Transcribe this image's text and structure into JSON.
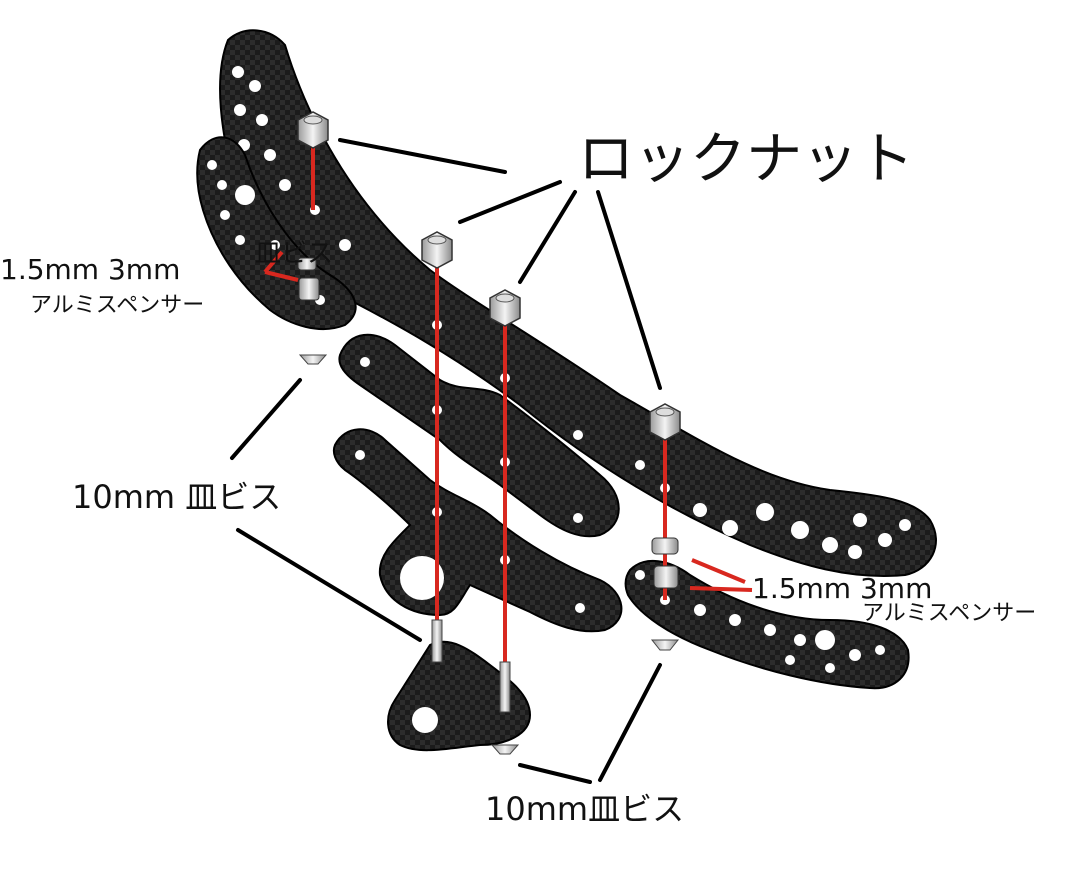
{
  "labels": {
    "locknut": "ロックナット",
    "screw_plate_small": "皿ビス",
    "spacer_size_left": "1.5mm 3mm",
    "spacer_name_left": "アルミスペンサー",
    "screw_left": "10mm 皿ビス",
    "spacer_size_right": "1.5mm 3mm",
    "spacer_name_right": "アルミスペンサー",
    "screw_bottom": "10mm皿ビス"
  },
  "colors": {
    "carbon": "#1b1b1b",
    "hole": "#ffffff",
    "guide_red": "#d8281f",
    "leader": "#000000"
  }
}
